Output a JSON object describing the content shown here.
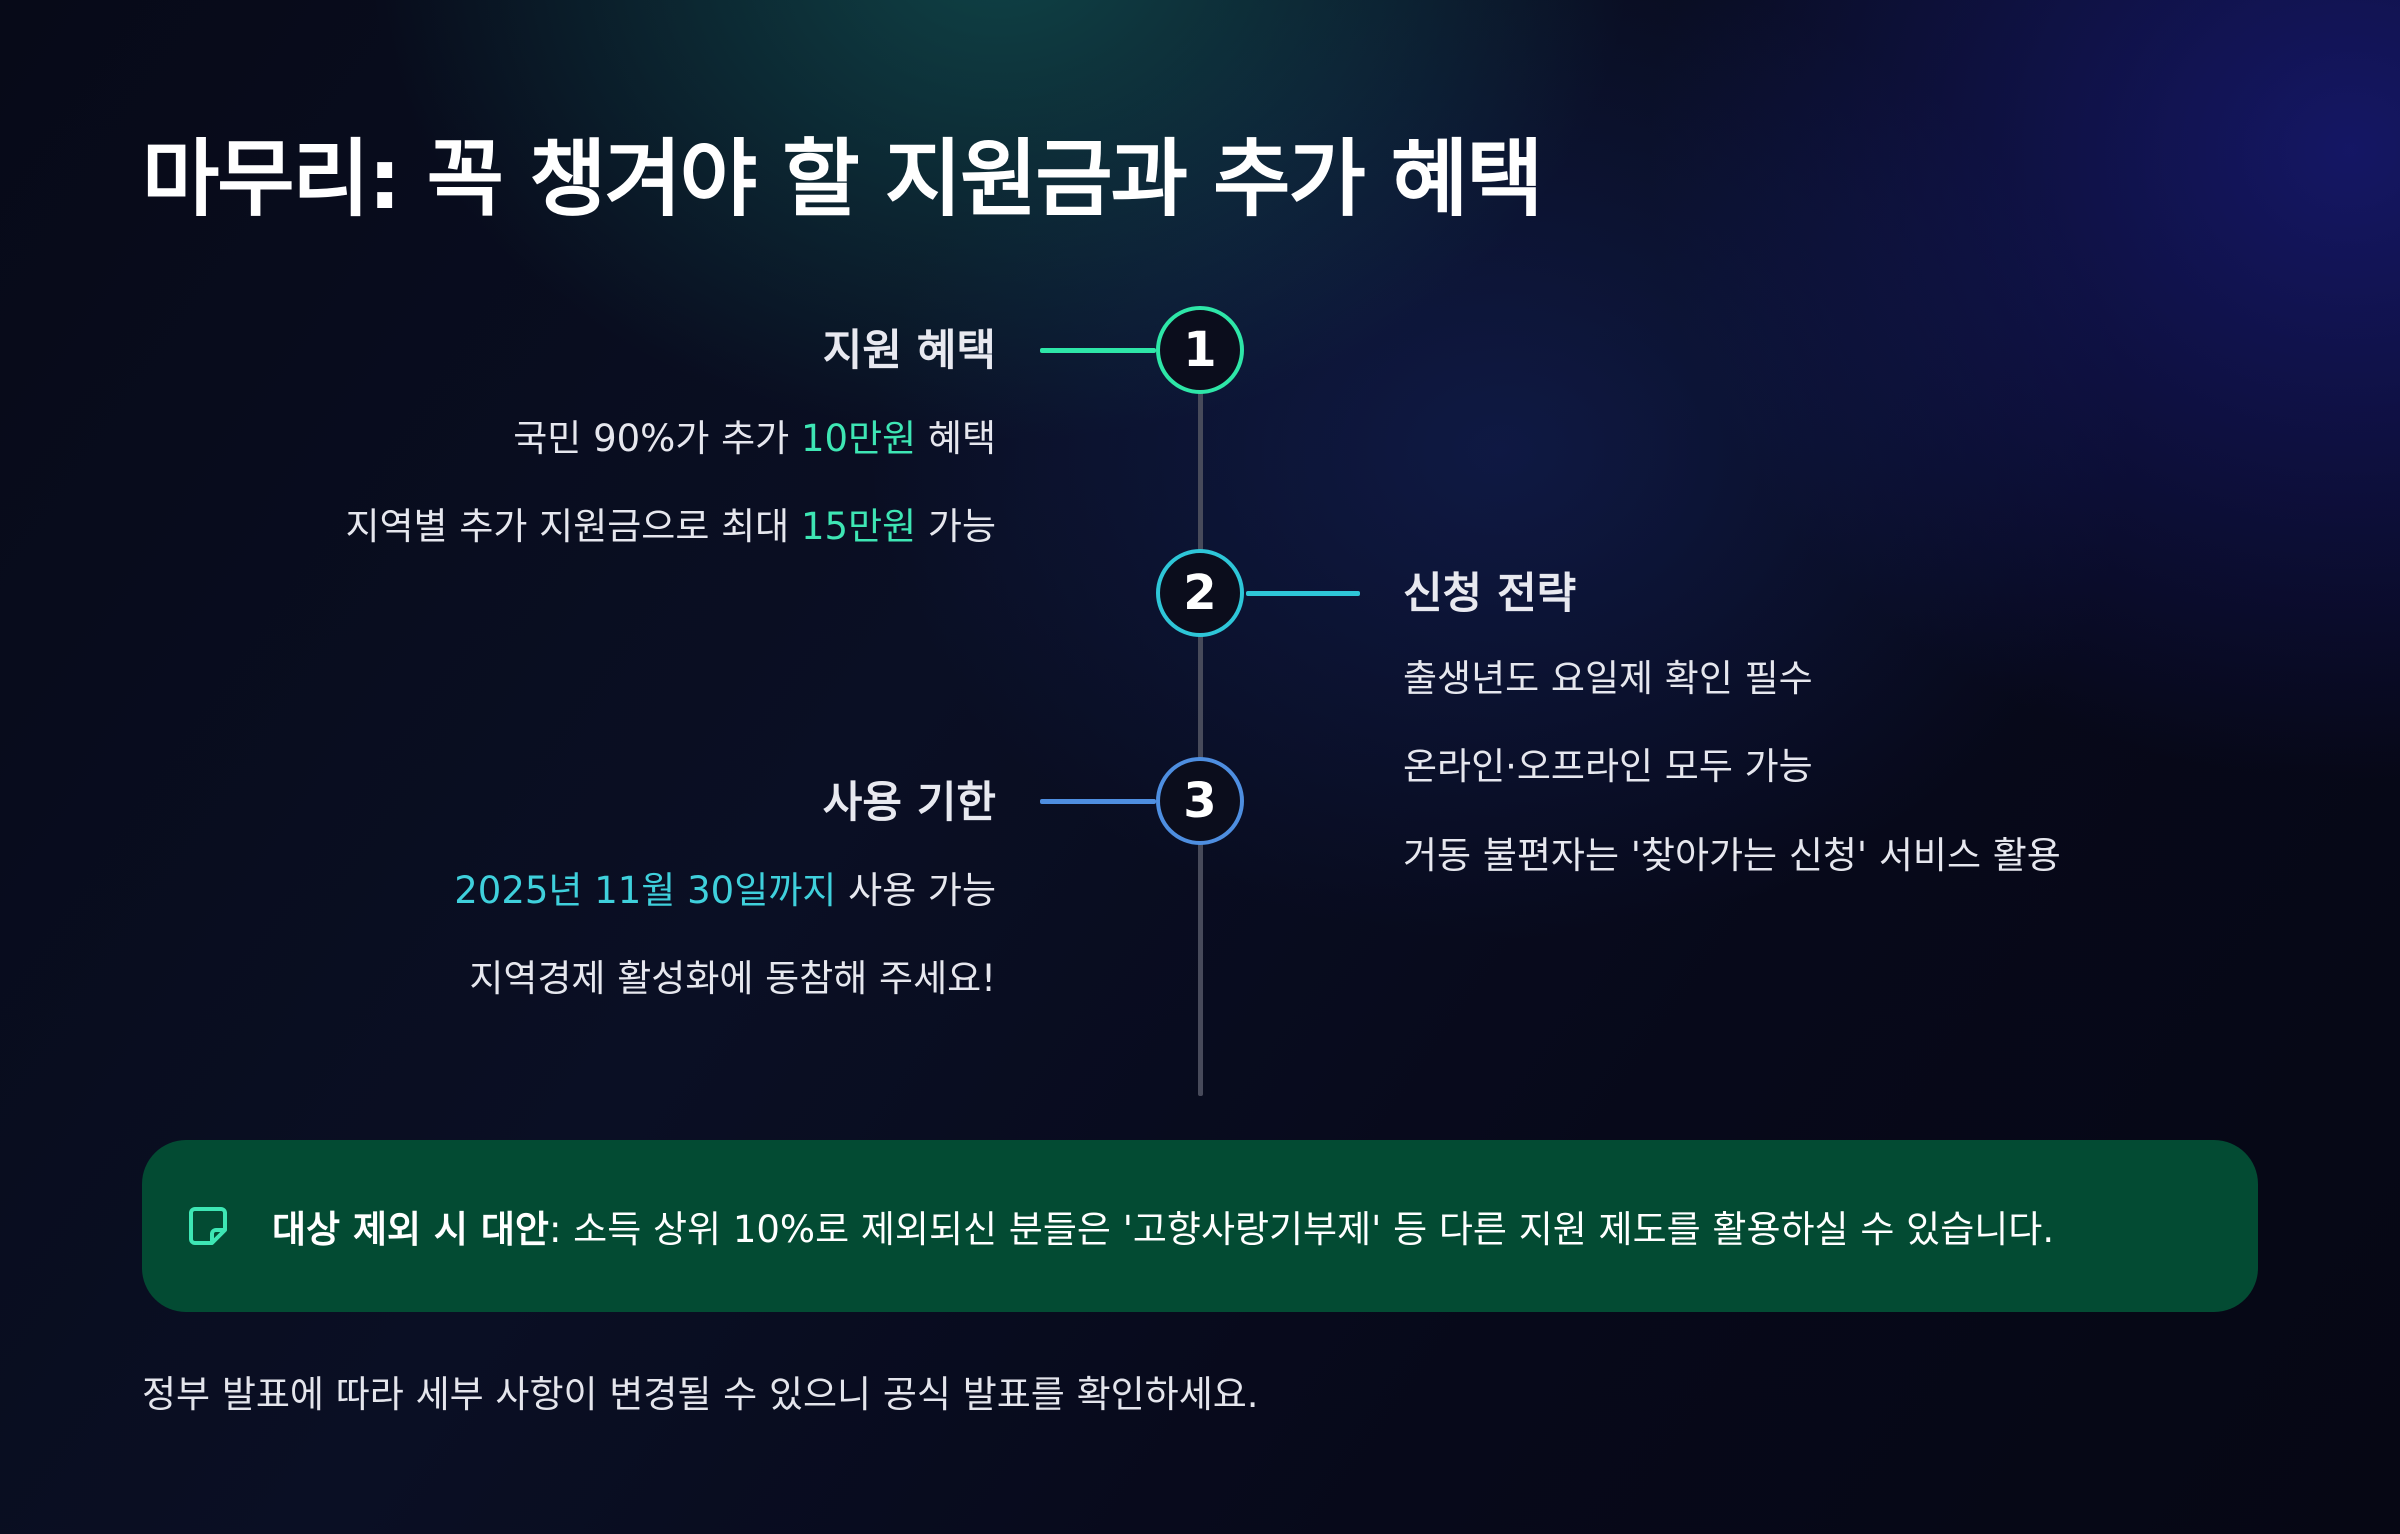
{
  "title": "마무리: 꼭 챙겨야 할 지원금과 추가 혜택",
  "colors": {
    "step1": "#2ee6a8",
    "step2": "#2ec6d8",
    "step3": "#4e8ee0",
    "callout_bg": "#034b33",
    "highlight_green": "#3ee6b4",
    "highlight_cyan": "#3fd0dc"
  },
  "timeline": {
    "steps": [
      {
        "number": "1",
        "heading": "지원 혜택",
        "lines": [
          {
            "before": "국민 90%가 추가 ",
            "highlight": "10만원",
            "after": " 혜택"
          },
          {
            "before": "지역별 추가 지원금으로 최대 ",
            "highlight": "15만원",
            "after": " 가능"
          }
        ]
      },
      {
        "number": "2",
        "heading": "신청 전략",
        "lines": [
          {
            "text": "출생년도 요일제 확인 필수"
          },
          {
            "text": "온라인·오프라인 모두 가능"
          },
          {
            "text": "거동 불편자는 '찾아가는 신청' 서비스 활용"
          }
        ]
      },
      {
        "number": "3",
        "heading": "사용 기한",
        "lines": [
          {
            "highlight": "2025년 11월 30일까지",
            "after": " 사용 가능"
          },
          {
            "text": "지역경제 활성화에 동참해 주세요!"
          }
        ]
      }
    ]
  },
  "callout": {
    "icon": "sticky-note-icon",
    "label": "대상 제외 시 대안",
    "text": ": 소득 상위 10%로 제외되신 분들은 '고향사랑기부제' 등 다른 지원 제도를 활용하실 수 있습니다."
  },
  "footnote": "정부 발표에 따라 세부 사항이 변경될 수 있으니 공식 발표를 확인하세요."
}
